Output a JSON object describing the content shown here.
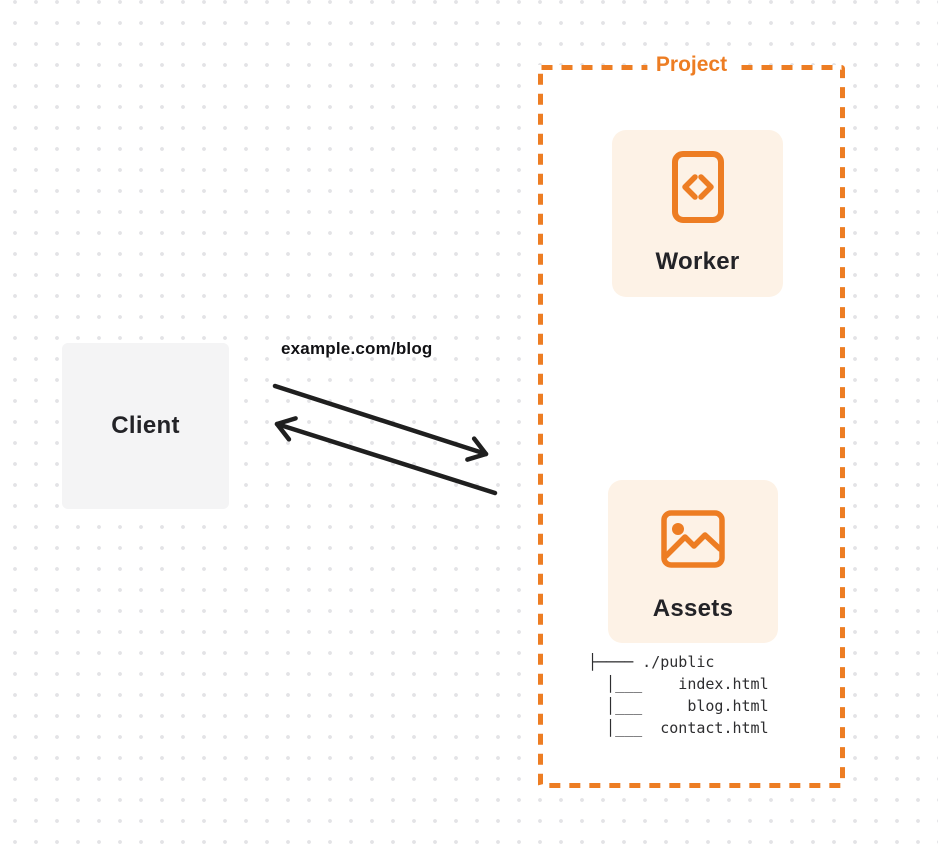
{
  "diagram": {
    "client": {
      "label": "Client"
    },
    "request_url": "example.com/blog",
    "project": {
      "label": "Project",
      "worker": {
        "label": "Worker",
        "icon": "code-document-icon"
      },
      "assets": {
        "label": "Assets",
        "icon": "image-icon"
      },
      "file_tree": [
        "├──── ./public",
        "  │___    index.html",
        "  │___     blog.html",
        "  │___  contact.html"
      ]
    },
    "colors": {
      "accent_orange": "#ed7d23",
      "card_background": "#fdf2e6",
      "client_background": "#f4f4f5",
      "arrow_black": "#1f1f1f",
      "dot_grid": "#e3e3e6"
    }
  }
}
